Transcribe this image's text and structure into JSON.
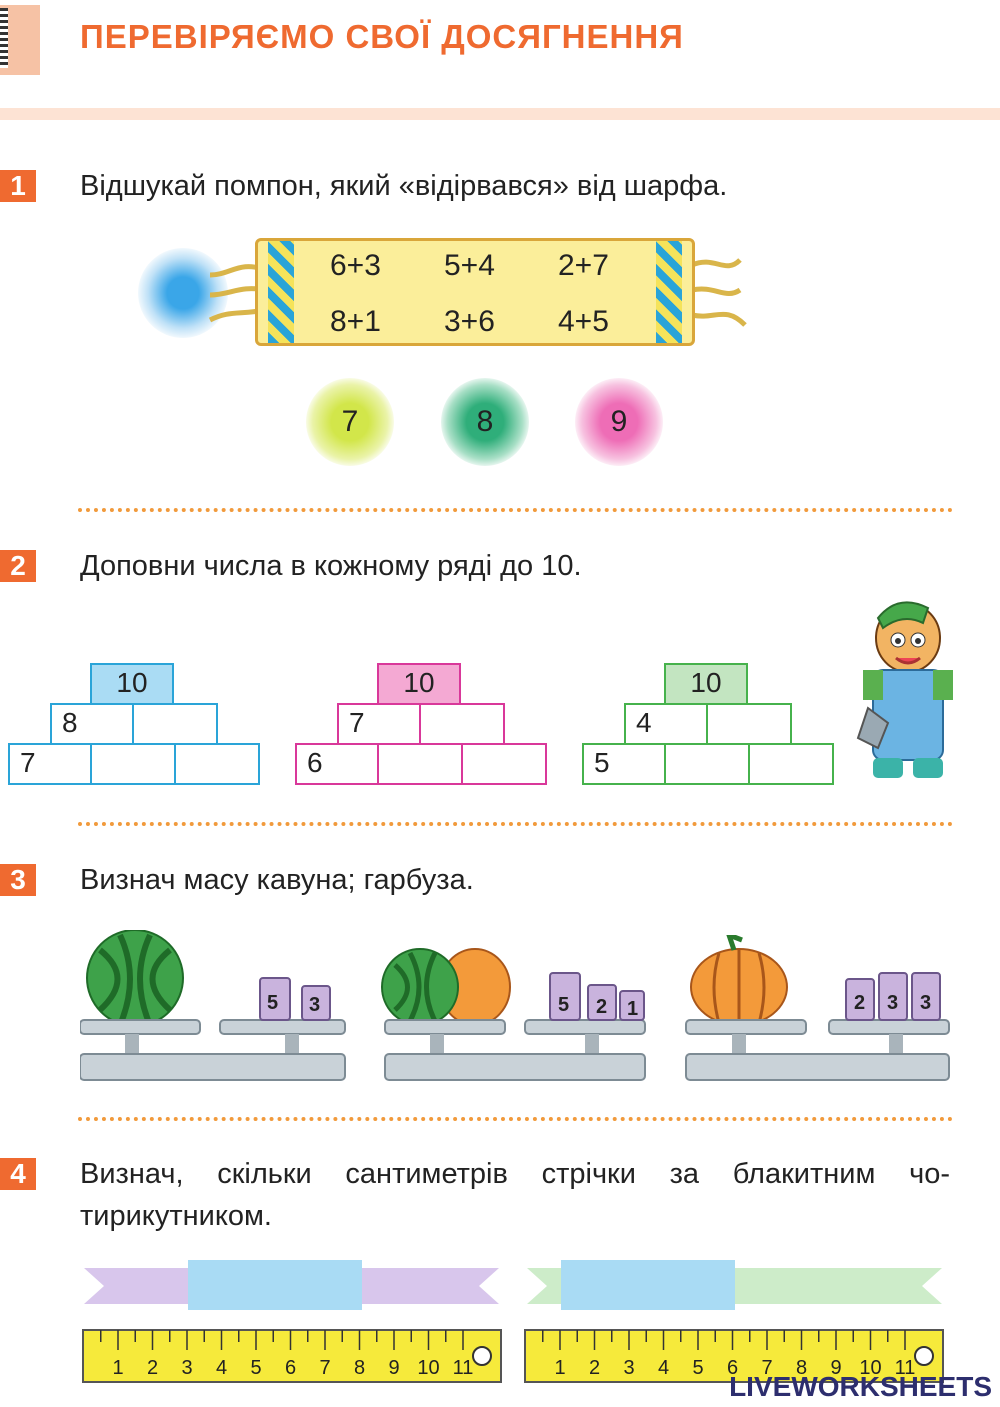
{
  "header": {
    "title": "ПЕРЕВІРЯЄМО СВОЇ ДОСЯГНЕННЯ"
  },
  "tasks": [
    {
      "number": "1",
      "text": "Відшукай помпон, який «відірвався» від шарфа."
    },
    {
      "number": "2",
      "text": "Доповни числа в кожному ряді до 10."
    },
    {
      "number": "3",
      "text": "Визнач масу кавуна; гарбуза."
    },
    {
      "number": "4",
      "text": "Визнач, скільки сантиметрів стрічки за блакитним чо-",
      "text2": "тирикутником."
    }
  ],
  "scarf": {
    "row1": [
      "6+3",
      "5+4",
      "2+7"
    ],
    "row2": [
      "8+1",
      "3+6",
      "4+5"
    ]
  },
  "pompons": [
    {
      "value": "7",
      "color": "#d9ea63"
    },
    {
      "value": "8",
      "color": "#3fb889"
    },
    {
      "value": "9",
      "color": "#f07fbf"
    }
  ],
  "pyramids": [
    {
      "top": "10",
      "mid": "8",
      "bottom": "7",
      "color": "#2aa4d8",
      "fill": "#aadcf4"
    },
    {
      "top": "10",
      "mid": "7",
      "bottom": "6",
      "color": "#d9389a",
      "fill": "#f4a9d3"
    },
    {
      "top": "10",
      "mid": "4",
      "bottom": "5",
      "color": "#46b24c",
      "fill": "#c3e5c1"
    }
  ],
  "scales": [
    {
      "weights": [
        "5",
        "3"
      ]
    },
    {
      "weights": [
        "5",
        "2",
        "1"
      ]
    },
    {
      "weights": [
        "2",
        "3",
        "3"
      ]
    }
  ],
  "rulers": {
    "marks": [
      "1",
      "2",
      "3",
      "4",
      "5",
      "6",
      "7",
      "8",
      "9",
      "10",
      "11"
    ]
  },
  "watermark": "LIVEWORKSHEETS"
}
